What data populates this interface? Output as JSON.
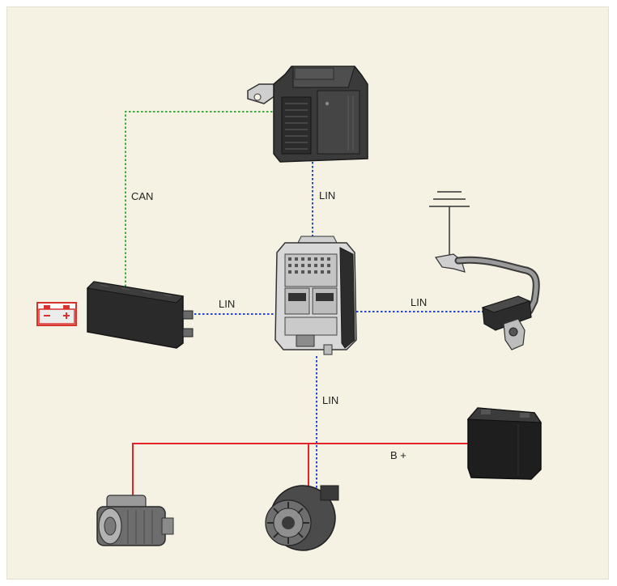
{
  "labels": {
    "can": "CAN",
    "lin_ecu": "LIN",
    "lin_bcm": "LIN",
    "lin_battery_sensor": "LIN",
    "lin_alternator": "LIN",
    "b_plus": "B +"
  },
  "components": [
    {
      "name": "engine-control-unit",
      "icon": "ecu-icon"
    },
    {
      "name": "power-distribution-module",
      "icon": "fuse-box-icon"
    },
    {
      "name": "body-control-module",
      "icon": "bcm-icon"
    },
    {
      "name": "battery-warning-indicator",
      "icon": "battery-warning-icon"
    },
    {
      "name": "battery-sensor",
      "icon": "battery-sensor-icon"
    },
    {
      "name": "ground-symbol",
      "icon": "ground-icon"
    },
    {
      "name": "battery",
      "icon": "battery-icon"
    },
    {
      "name": "starter-motor",
      "icon": "starter-icon"
    },
    {
      "name": "alternator",
      "icon": "alternator-icon"
    }
  ],
  "colors": {
    "background": "#f5f2e4",
    "can_line": "#3cab3c",
    "lin_line": "#2446d6",
    "power_line": "#e0242a",
    "component_dark": "#2a2a2a",
    "component_mid": "#4a4a4a",
    "warning_red": "#d9322c"
  }
}
